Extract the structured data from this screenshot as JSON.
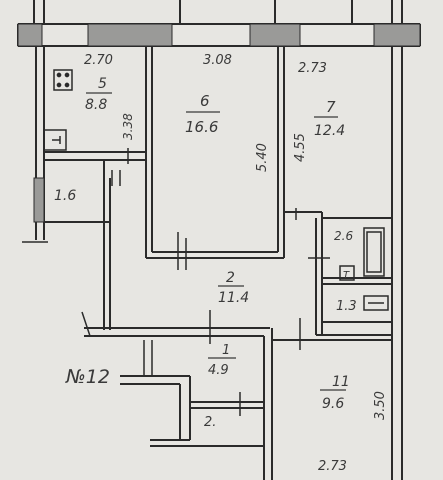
{
  "plan": {
    "apartment_no": "№12",
    "rooms": [
      {
        "id": "r5",
        "number": "5",
        "area": "8.8"
      },
      {
        "id": "r6",
        "number": "6",
        "area": "16.6"
      },
      {
        "id": "r7",
        "number": "7",
        "area": "12.4"
      },
      {
        "id": "r1_6",
        "area": "1.6"
      },
      {
        "id": "r2",
        "number": "2",
        "area": "11.4"
      },
      {
        "id": "r2_6",
        "area": "2.6"
      },
      {
        "id": "r1_3",
        "area": "1.3"
      },
      {
        "id": "r1",
        "number": "1",
        "area": "4.9"
      },
      {
        "id": "r11",
        "number": "11",
        "area": "9.6"
      },
      {
        "id": "r2small",
        "number": "2."
      }
    ],
    "dims": {
      "d270": "2.70",
      "d308": "3.08",
      "d273top": "2.73",
      "d338": "3.38",
      "d540": "5.40",
      "d455": "4.55",
      "d350": "3.50",
      "d273bottom": "2.73"
    },
    "fixtures": {
      "toilet_symbol": "T"
    }
  }
}
